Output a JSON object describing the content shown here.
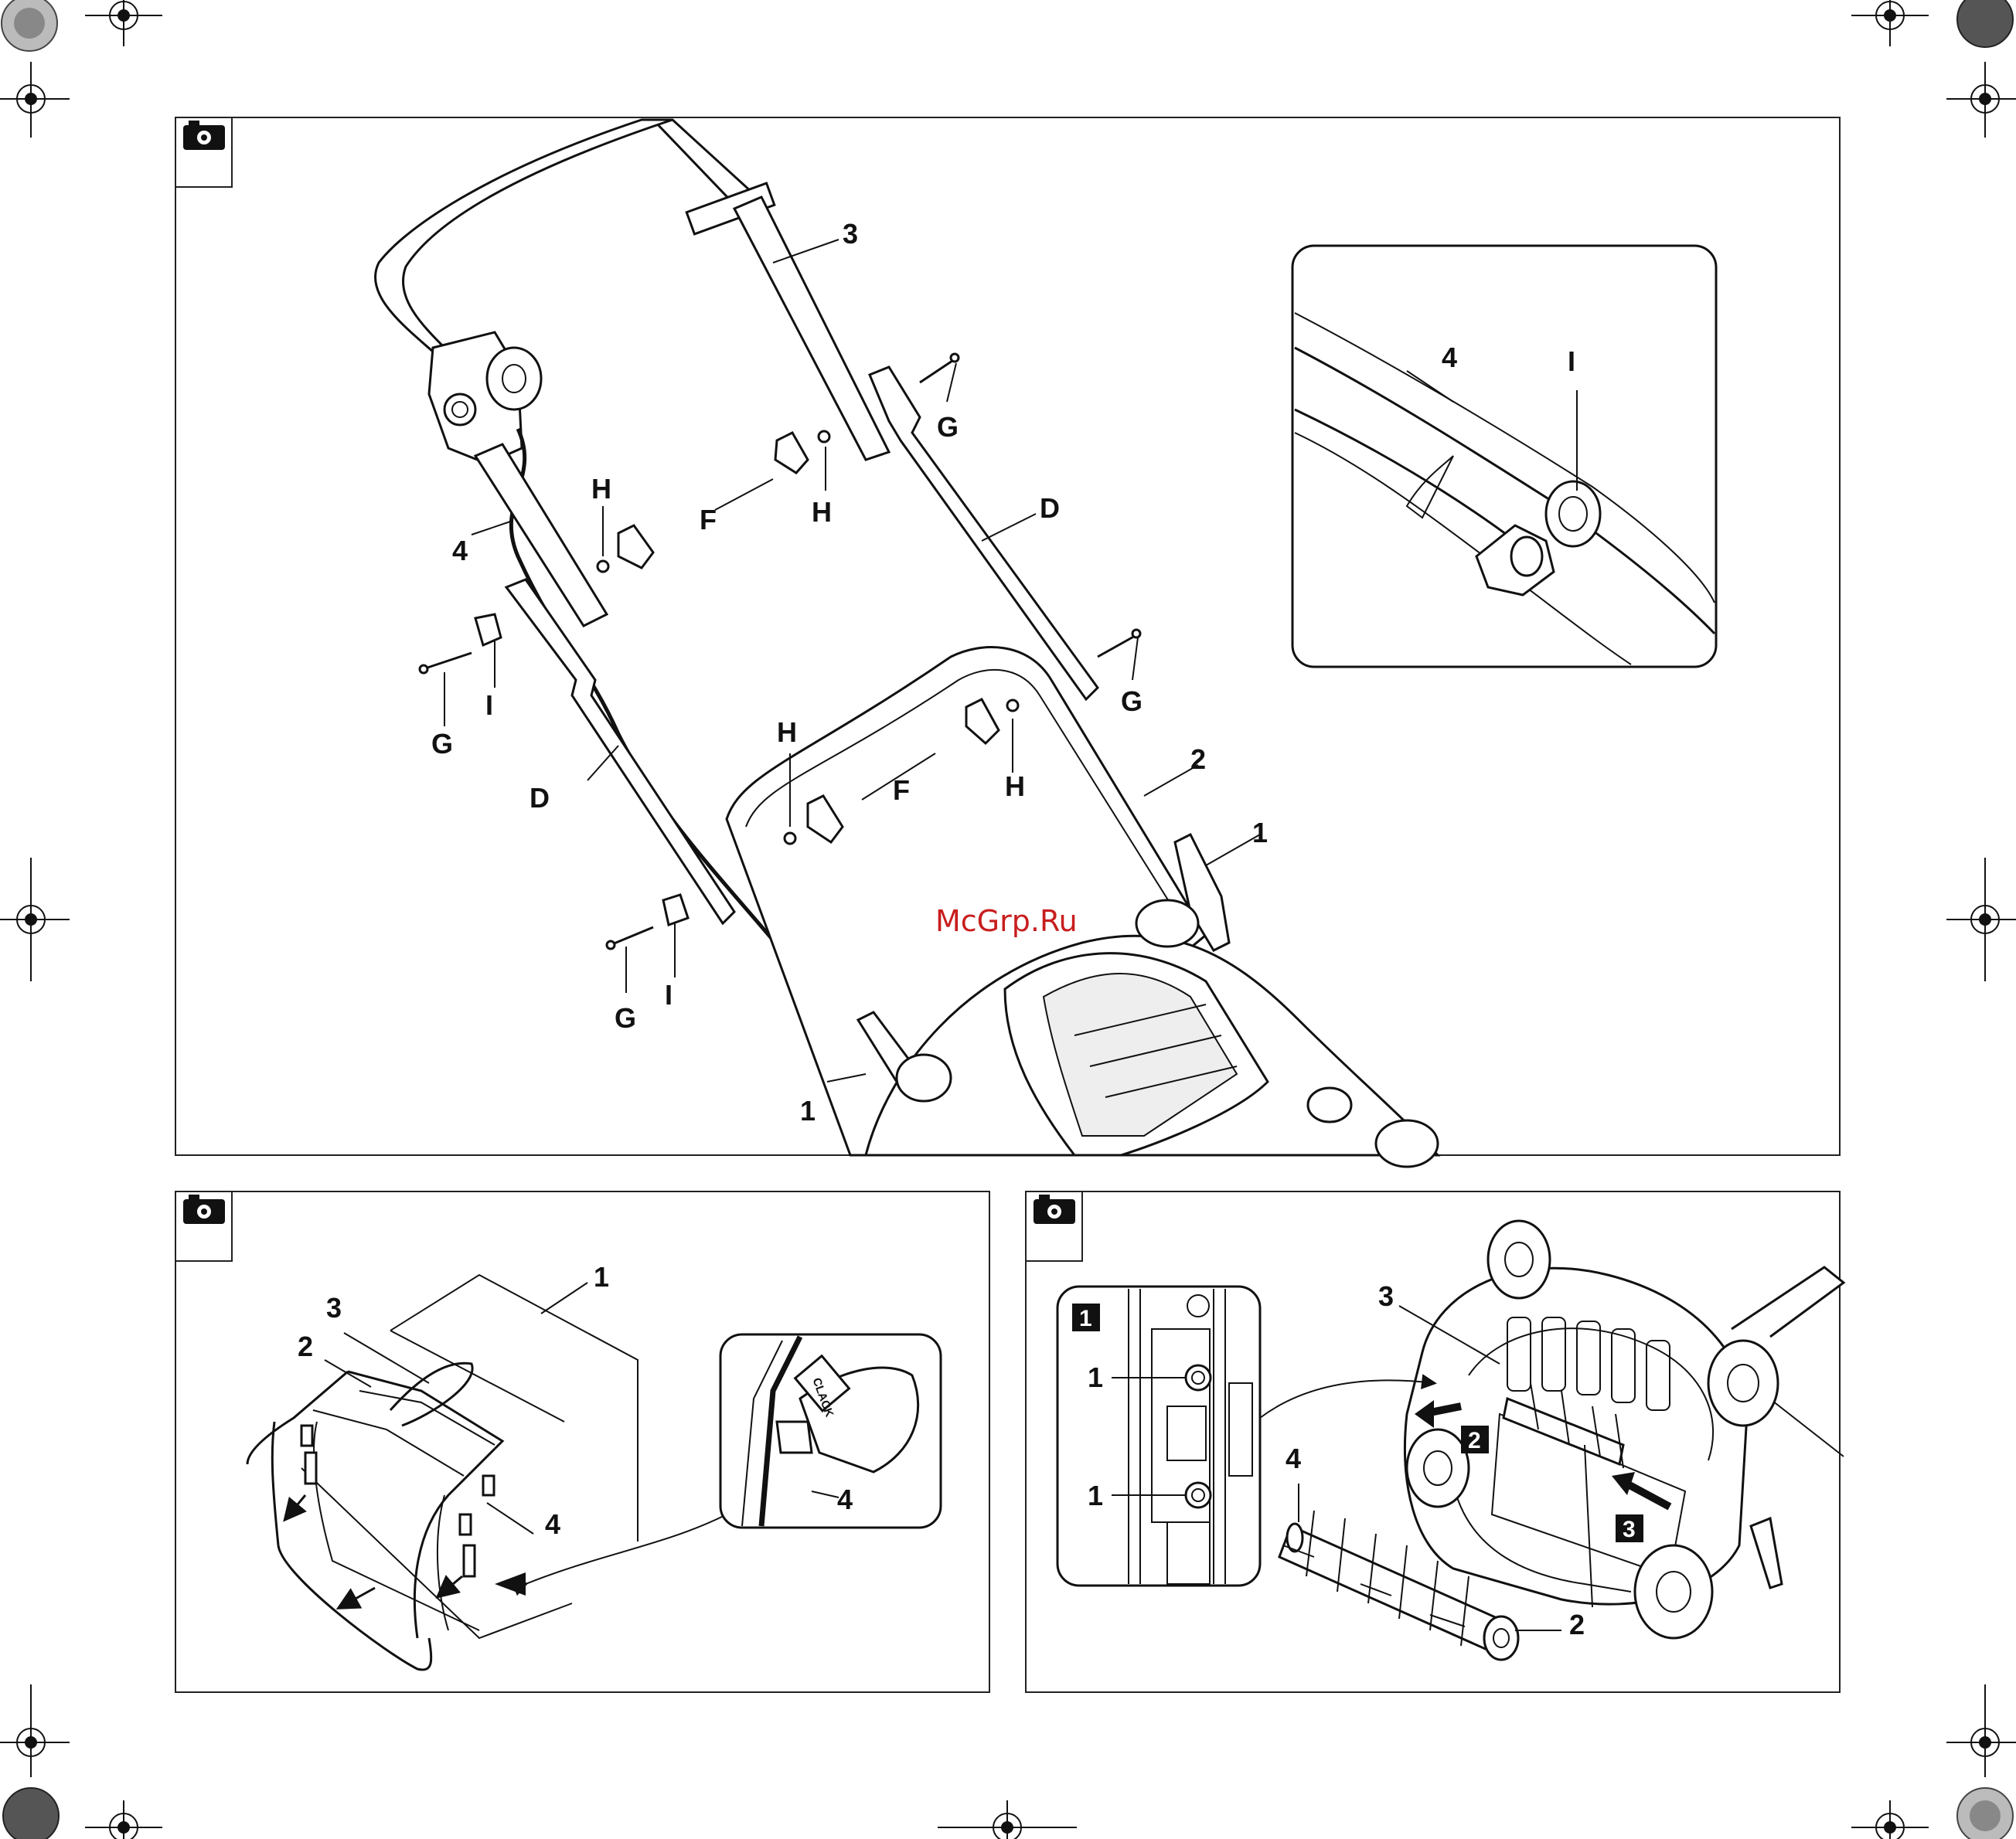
{
  "watermark": "McGrp.Ru",
  "clack_text": "CLACK",
  "panel_top": {
    "labels": {
      "n1_right": "1",
      "n1_left": "1",
      "n2": "2",
      "n3": "3",
      "n4": "4",
      "D_left": "D",
      "D_right": "D",
      "F_top": "F",
      "F_bottom": "F",
      "G_topleft": "G",
      "G_topright": "G",
      "G_rightmid": "G",
      "G_bottom": "G",
      "H_topleft": "H",
      "H_topmid": "H",
      "H_mid": "H",
      "H_midright": "H",
      "I_left": "I",
      "I_bottom": "I"
    },
    "inset_labels": {
      "n4": "4",
      "I": "I"
    }
  },
  "panel_bottom_left": {
    "labels": {
      "n1": "1",
      "n2": "2",
      "n3": "3",
      "n4": "4",
      "inset_n4": "4"
    }
  },
  "panel_bottom_right": {
    "inset_step": "1",
    "labels": {
      "inset_n1_top": "1",
      "inset_n1_bottom": "1",
      "n2": "2",
      "n3": "3",
      "n4": "4"
    },
    "steps": {
      "s2": "2",
      "s3": "3"
    }
  }
}
